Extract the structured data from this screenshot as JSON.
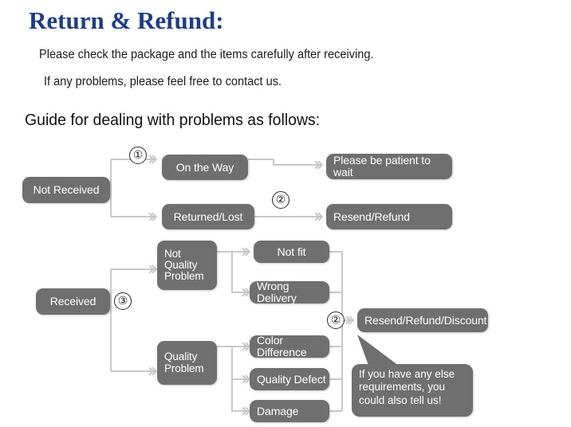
{
  "header": {
    "title": "Return & Refund:",
    "line1": "Please check the package and the items carefully after receiving.",
    "line2": "If any problems, please feel free to contact us.",
    "guide": "Guide for dealing with problems as follows:"
  },
  "colors": {
    "title": "#1b3d8f",
    "node_fill": "#6f6f6f",
    "node_text": "#ffffff",
    "connector": "#c9c9c9",
    "background": "#ffffff"
  },
  "flow": {
    "nodes": {
      "not_received": "Not Received",
      "on_the_way": "On the Way",
      "returned_lost": "Returned/Lost",
      "please_wait": "Please be patient to wait",
      "resend_refund": "Resend/Refund",
      "received": "Received",
      "not_quality_problem": "Not\nQuality\nProblem",
      "quality_problem": "Quality\nProblem",
      "not_fit": "Not fit",
      "wrong_delivery": "Wrong Delivery",
      "color_difference": "Color Difference",
      "quality_defect": "Quality Defect",
      "damage": "Damage",
      "resend_refund_discount": "Resend/Refund/Discount"
    },
    "markers": {
      "one": "①",
      "two_top": "②",
      "three": "③",
      "two_bottom": "②"
    },
    "callout": "If you have any else requirements, you could also tell us!"
  }
}
